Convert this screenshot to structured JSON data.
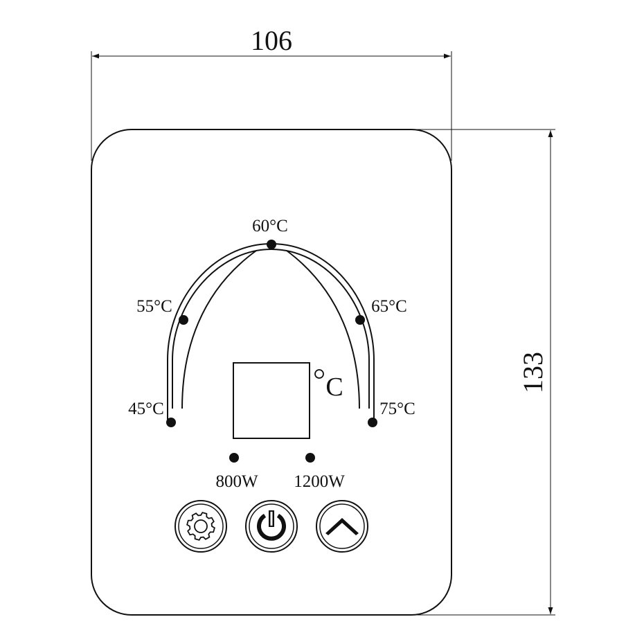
{
  "dimensions": {
    "width_label": "106",
    "height_label": "133"
  },
  "temperature_scale": {
    "points": [
      {
        "label": "45°C",
        "value": 45
      },
      {
        "label": "55°C",
        "value": 55
      },
      {
        "label": "60°C",
        "value": 60
      },
      {
        "label": "65°C",
        "value": 65
      },
      {
        "label": "75°C",
        "value": 75
      }
    ]
  },
  "display": {
    "unit_symbol": "C"
  },
  "power_levels": {
    "low_label": "800W",
    "high_label": "1200W"
  },
  "buttons": {
    "settings_icon": "gear-icon",
    "power_icon": "power-icon",
    "up_icon": "chevron-up-icon"
  },
  "colors": {
    "line": "#111111",
    "background": "#ffffff"
  }
}
